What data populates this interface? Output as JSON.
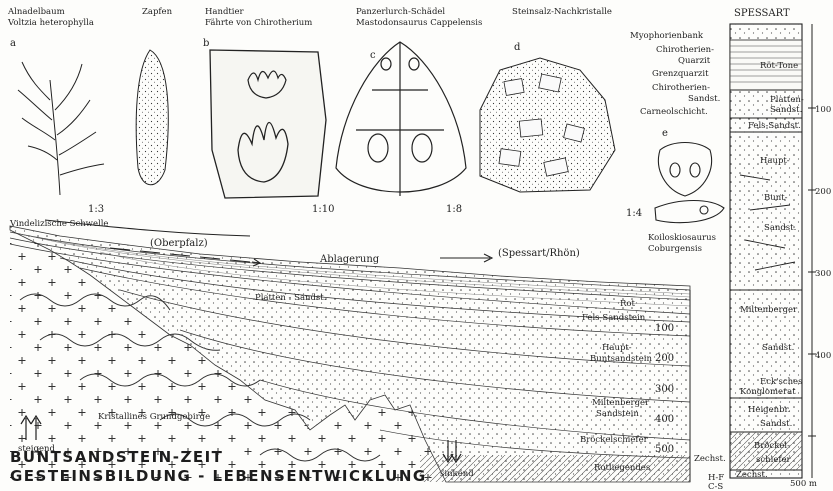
{
  "header_fossils": [
    {
      "letter": "a",
      "lines": [
        "Alnadelbaum",
        "Voltzia heterophylla"
      ],
      "scale": "1:3"
    },
    {
      "letter": "",
      "lines": [
        "Zapfen"
      ],
      "scale": ""
    },
    {
      "letter": "b",
      "lines": [
        "Handtier",
        "Fährte von Chirotherium"
      ],
      "scale": "1:10"
    },
    {
      "letter": "c",
      "lines": [
        "Panzerlurch-Schädel",
        "Mastodonsaurus Cappelensis"
      ],
      "scale": "1:8"
    },
    {
      "letter": "d",
      "lines": [
        "Steinsalz-Nachkristalle"
      ],
      "scale": ""
    },
    {
      "letter": "e",
      "lines": [
        "Koiloskiosaurus",
        "Coburgensis"
      ],
      "scale": "1:4"
    }
  ],
  "section": {
    "left_top": "Vindelizische Schwelle",
    "oberpfalz": "(Oberpfalz)",
    "ablagerung": "Ablagerung",
    "spessart_rhoen": "(Spessart/Rhön)",
    "layers_center": [
      "Rot",
      "Platten - Sandst.",
      "Fels-Sandstein",
      "Haupt-",
      "Buntsandstein",
      "Miltenberger",
      "Sandstein",
      "Bröckelschiefer",
      "Zechst.",
      "Rotliegendes"
    ],
    "depths": [
      "100",
      "200",
      "300",
      "400",
      "500"
    ],
    "steigend": "steigend",
    "sinkend": "sinkend",
    "grundgebirge": "Kristallines Grundgebirge",
    "footer": "H-F",
    "footer2": "C-S"
  },
  "title": {
    "line1": "BUNTSANDSTEIN-ZEIT",
    "line2": "GESTEINSBILDUNG - LEBENSENTWICKLUNG"
  },
  "column": {
    "heading": "SPESSART",
    "left_labels": [
      "Myophorienbank",
      "Chirotherien-",
      "Quarzit",
      "Grenzquarzit",
      "Chirotherien-",
      "Sandst.",
      "Carneolschicht."
    ],
    "layers": [
      "Röt-Tone",
      "Platten-",
      "Sandst.",
      "Fels-Sandst.",
      "Haupt-",
      "Bunt-",
      "Sandst.",
      "Miltenberger",
      "Sandst.",
      "Eck'sches",
      "Konglomerat",
      "Heigenbr.",
      "Sandst.",
      "Bröckel-",
      "schiefer",
      "Zechst."
    ],
    "scale": [
      "100",
      "200",
      "300",
      "400",
      "500 m"
    ]
  }
}
